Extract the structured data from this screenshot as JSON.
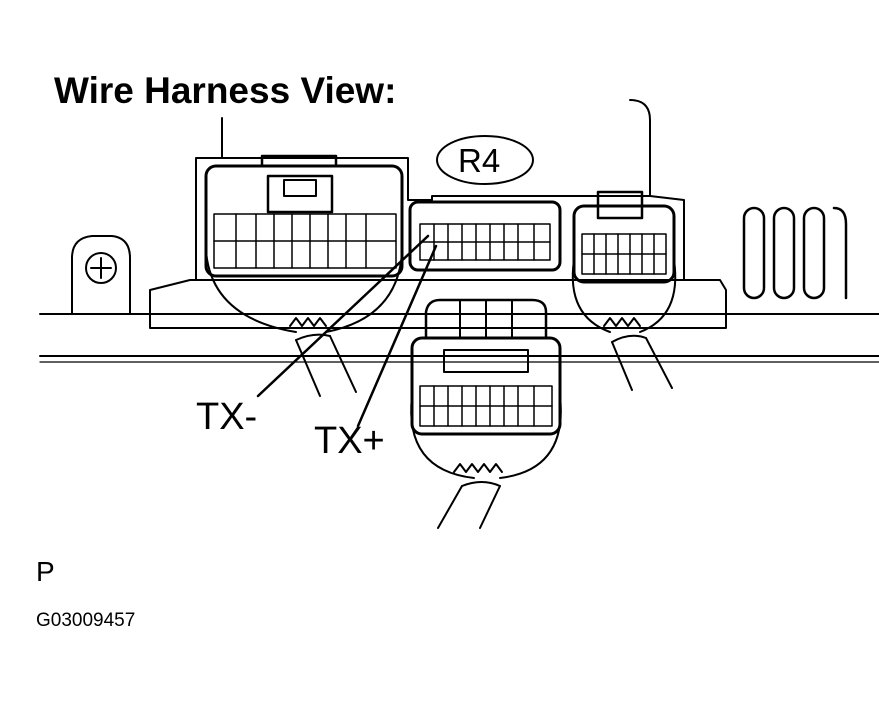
{
  "title": "Wire Harness View:",
  "connector_id": "R4",
  "labels": {
    "tx_minus": "TX-",
    "tx_plus": "TX+"
  },
  "footer": {
    "letter": "P",
    "figure_code": "G03009457"
  }
}
